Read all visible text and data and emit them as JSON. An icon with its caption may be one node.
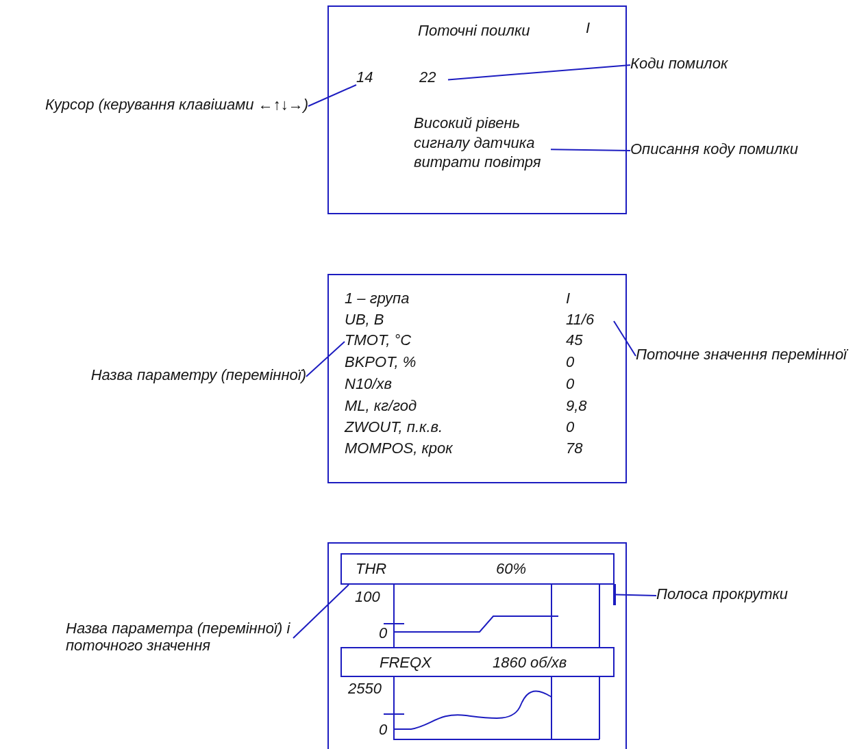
{
  "diagram": {
    "nodes": [
      {
        "text": [
          "Поточні поилки",
          "I"
        ]
      },
      {
        "text": [
          "14"
        ],
        "in": 0
      },
      {
        "text": [
          "22"
        ],
        "in": 0
      },
      {
        "text": [
          "Високий рівень сигналу датчика витрати повітря"
        ],
        "in": 0
      },
      {
        "text": [
          "Курсор (керування клавішами ←↑↓→)"
        ]
      },
      {
        "text": [
          "Коди помилок"
        ]
      },
      {
        "text": [
          "Описання коду помилки"
        ]
      },
      {
        "text": [],
        "shape": "box"
      },
      {
        "text": [
          "1 – група"
        ],
        "in": 7
      },
      {
        "text": [
          "I"
        ],
        "in": 7
      },
      {
        "text": [
          "UB, B"
        ],
        "in": 7
      },
      {
        "text": [
          "11/6"
        ],
        "in": 7
      },
      {
        "text": [
          "TMOT, °C"
        ],
        "in": 7
      },
      {
        "text": [
          "45"
        ],
        "in": 7
      },
      {
        "text": [
          "BKPOT, %"
        ],
        "in": 7
      },
      {
        "text": [
          "0"
        ],
        "in": 7
      },
      {
        "text": [
          "N10/хв"
        ],
        "in": 7
      },
      {
        "text": [
          "0"
        ],
        "in": 7
      },
      {
        "text": [
          "ML, кг/год"
        ],
        "in": 7
      },
      {
        "text": [
          "9,8"
        ],
        "in": 7
      },
      {
        "text": [
          "ZWOUT, п.к.в."
        ],
        "in": 7
      },
      {
        "text": [
          "0"
        ],
        "in": 7
      },
      {
        "text": [
          "MOMPOS, крок"
        ],
        "in": 7
      },
      {
        "text": [
          "78"
        ],
        "in": 7
      },
      {
        "text": [
          "Назва параметру (перемінної)"
        ]
      },
      {
        "text": [
          "Поточне значення перемінної"
        ]
      },
      {
        "text": [],
        "shape": "box"
      },
      {
        "text": [
          "THR",
          "60%"
        ],
        "in": 26
      },
      {
        "text": [
          "FREQX",
          "1860 об/хв"
        ],
        "in": 26
      },
      {
        "text": [],
        "shape": "bar",
        "in": 26
      },
      {
        "text": [
          "Назва параметра (перемінної) і поточного значення"
        ]
      },
      {
        "text": [
          "Полоса прокрутки"
        ]
      }
    ],
    "edges": [
      {
        "from": 4,
        "to": 1,
        "arrow": "none"
      },
      {
        "from": 5,
        "to": 2,
        "arrow": "none"
      },
      {
        "from": 6,
        "to": 3,
        "arrow": "none"
      },
      {
        "from": 24,
        "to": 12,
        "arrow": "none"
      },
      {
        "from": 25,
        "to": 11,
        "arrow": "none"
      },
      {
        "from": 30,
        "to": 27,
        "arrow": "none"
      },
      {
        "from": 31,
        "to": 29,
        "arrow": "none"
      }
    ],
    "labels": [
      "100",
      "0",
      "2550",
      "0"
    ]
  }
}
